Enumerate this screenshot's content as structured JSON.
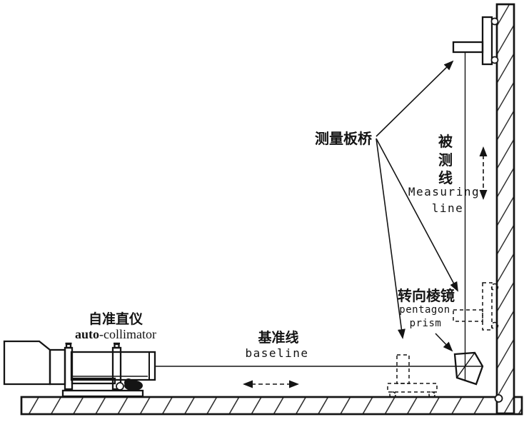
{
  "colors": {
    "ink": "#141414",
    "background": "#ffffff"
  },
  "labels": {
    "bridge_cn": "测量板桥",
    "measured_line_cn": [
      "被",
      "测",
      "线"
    ],
    "measured_line_en": [
      "Measuring",
      "line"
    ],
    "collimator_cn": "自准直仪",
    "collimator_en_bold": "auto",
    "collimator_en_rest": "-collimator",
    "baseline_cn": "基准线",
    "baseline_en": "baseline",
    "prism_cn": "转向棱镜",
    "prism_en": [
      "pentagon",
      "prism"
    ]
  }
}
